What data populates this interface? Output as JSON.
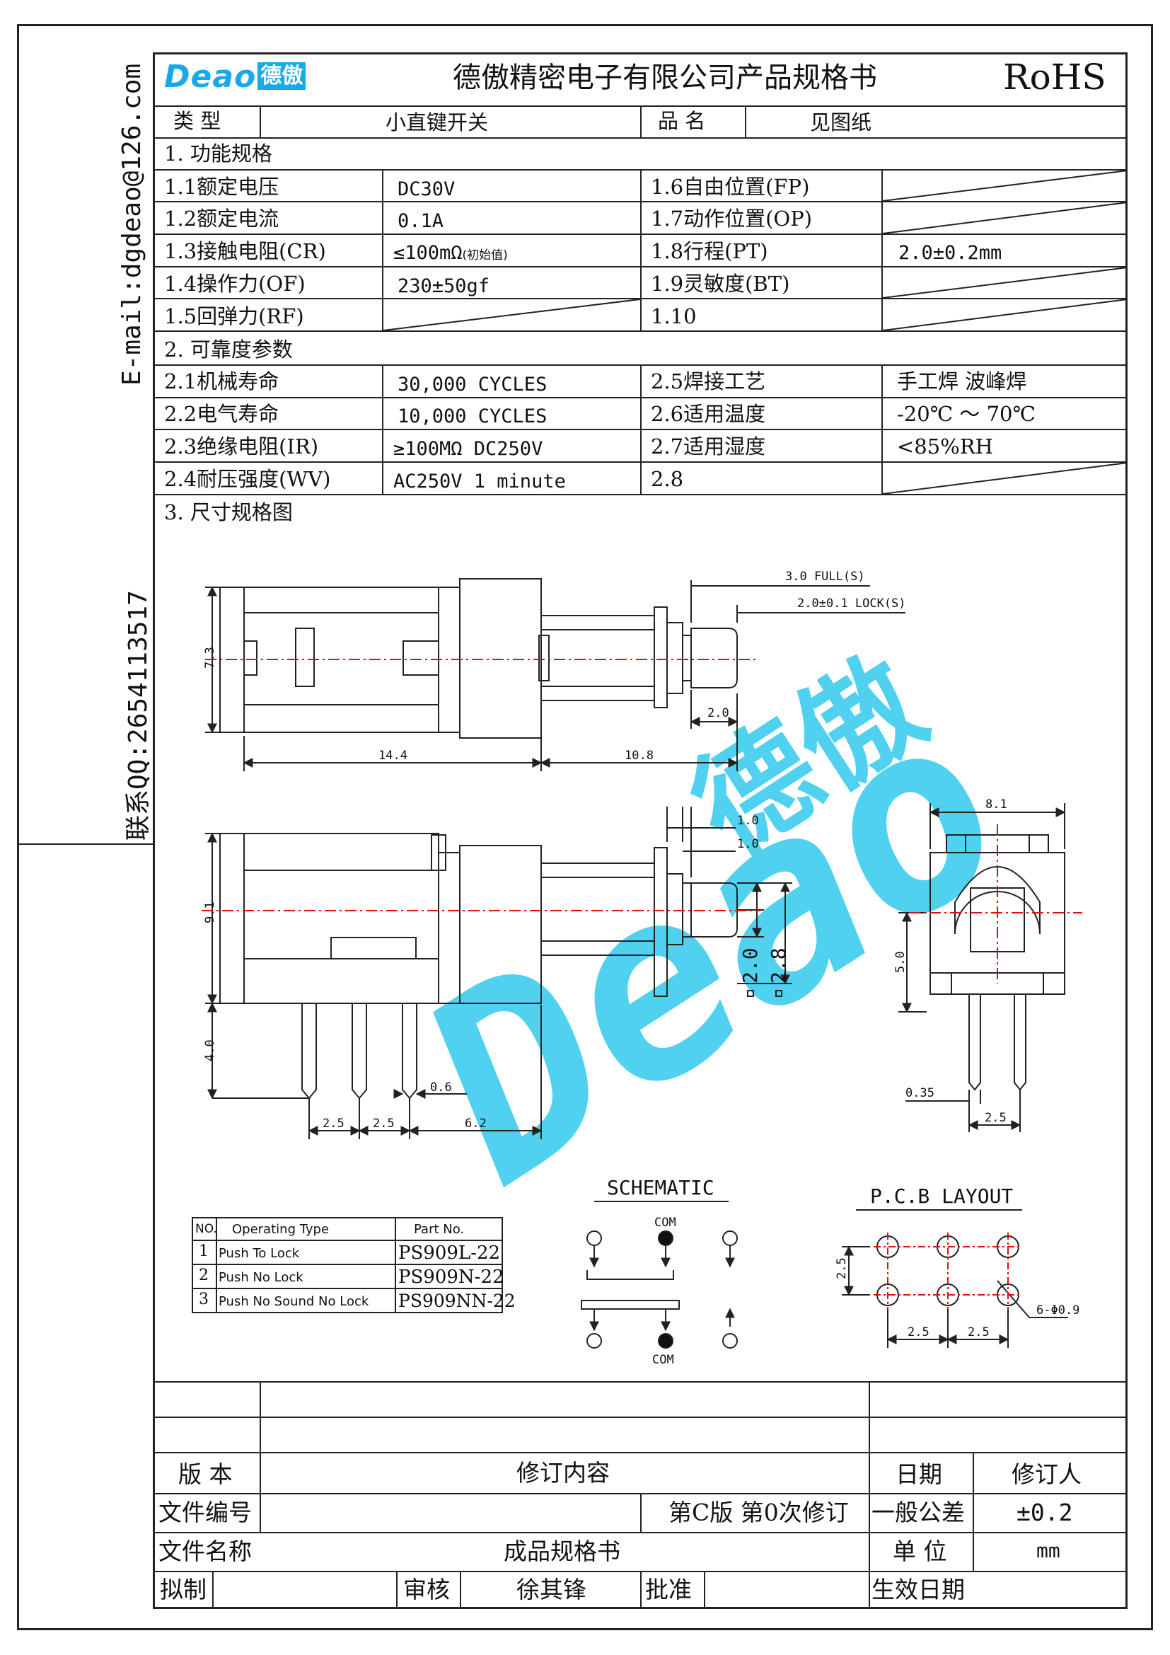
{
  "side": {
    "email": "E-mail:dgdeao@126.com",
    "qq": "联系QQ:2654113517"
  },
  "header": {
    "logo_latin": "Deao",
    "logo_cn": "德傲",
    "title": "德傲精密电子有限公司产品规格书",
    "rohs": "RoHS"
  },
  "info": {
    "type_label": "类 型",
    "type_value": "小直键开关",
    "name_label": "品 名",
    "name_value": "见图纸"
  },
  "section1": {
    "title": "1. 功能规格",
    "rows": [
      {
        "l1": "1.1额定电压",
        "v1": "DC30V",
        "l2": "1.6自由位置(FP)",
        "v2": ""
      },
      {
        "l1": "1.2额定电流",
        "v1": "0.1A",
        "l2": "1.7动作位置(OP)",
        "v2": ""
      },
      {
        "l1": "1.3接触电阻(CR)",
        "v1": "≤100mΩ",
        "v1_small": "(初始值)",
        "l2": "1.8行程(PT)",
        "v2": "2.0±0.2mm"
      },
      {
        "l1": "1.4操作力(OF)",
        "v1": "230±50gf",
        "l2": "1.9灵敏度(BT)",
        "v2": ""
      },
      {
        "l1": "1.5回弹力(RF)",
        "v1": "",
        "l2": "1.10",
        "v2": ""
      }
    ]
  },
  "section2": {
    "title": "2. 可靠度参数",
    "rows": [
      {
        "l1": "2.1机械寿命",
        "v1": "30,000 CYCLES",
        "l2": "2.5焊接工艺",
        "v2": "手工焊 波峰焊"
      },
      {
        "l1": "2.2电气寿命",
        "v1": "10,000 CYCLES",
        "l2": "2.6适用温度",
        "v2": "-20℃ ～ 70℃"
      },
      {
        "l1": "2.3绝缘电阻(IR)",
        "v1": "≥100MΩ DC250V",
        "l2": "2.7适用湿度",
        "v2": "<85%RH"
      },
      {
        "l1": "2.4耐压强度(WV)",
        "v1": "AC250V 1 minute",
        "l2": "2.8",
        "v2": ""
      }
    ]
  },
  "section3": {
    "title": "3. 尺寸规格图"
  },
  "drawing": {
    "dims": {
      "full": "3.0 FULL(S)",
      "lock": "2.0±0.1 LOCK(S)",
      "h1": "7.3",
      "w1": "14.4",
      "w2": "10.8",
      "d20": "2.0",
      "d10a": "1.0",
      "d10b": "1.0",
      "h2": "9.1",
      "h3": "4.0",
      "v20": "2.0",
      "v28": "2.8",
      "p06": "0.6",
      "p25a": "2.5",
      "p25b": "2.5",
      "p62": "6.2",
      "s81": "8.1",
      "s50": "5.0",
      "s035": "0.35",
      "s25": "2.5"
    },
    "watermark_latin": "Deao",
    "watermark_cn": "德傲"
  },
  "parts_table": {
    "headers": [
      "NO.",
      "Operating Type",
      "Part No."
    ],
    "rows": [
      {
        "no": "1",
        "type": "Push To Lock",
        "part": "PS909L-22"
      },
      {
        "no": "2",
        "type": "Push No Lock",
        "part": "PS909N-22"
      },
      {
        "no": "3",
        "type": "Push No Sound No Lock",
        "part": "PS909NN-22"
      }
    ]
  },
  "schematic": {
    "title": "SCHEMATIC",
    "com_top": "COM",
    "com_bottom": "COM"
  },
  "pcb": {
    "title": "P.C.B LAYOUT",
    "pitch_v": "2.5",
    "pitch_h1": "2.5",
    "pitch_h2": "2.5",
    "holes": "6-Φ0.9"
  },
  "footer": {
    "version_label": "版 本",
    "revision_label": "修订内容",
    "date_label": "日期",
    "reviser_label": "修订人",
    "docno_label": "文件编号",
    "edition": "第C版 第0次修订",
    "tolerance_label": "一般公差",
    "tolerance_value": "±0.2",
    "docname_label": "文件名称",
    "docname_value": "成品规格书",
    "unit_label": "单 位",
    "unit_value": "mm",
    "drafter_label": "拟制",
    "review_label": "审核",
    "review_value": "徐其锋",
    "approve_label": "批准",
    "effective_label": "生效日期"
  }
}
